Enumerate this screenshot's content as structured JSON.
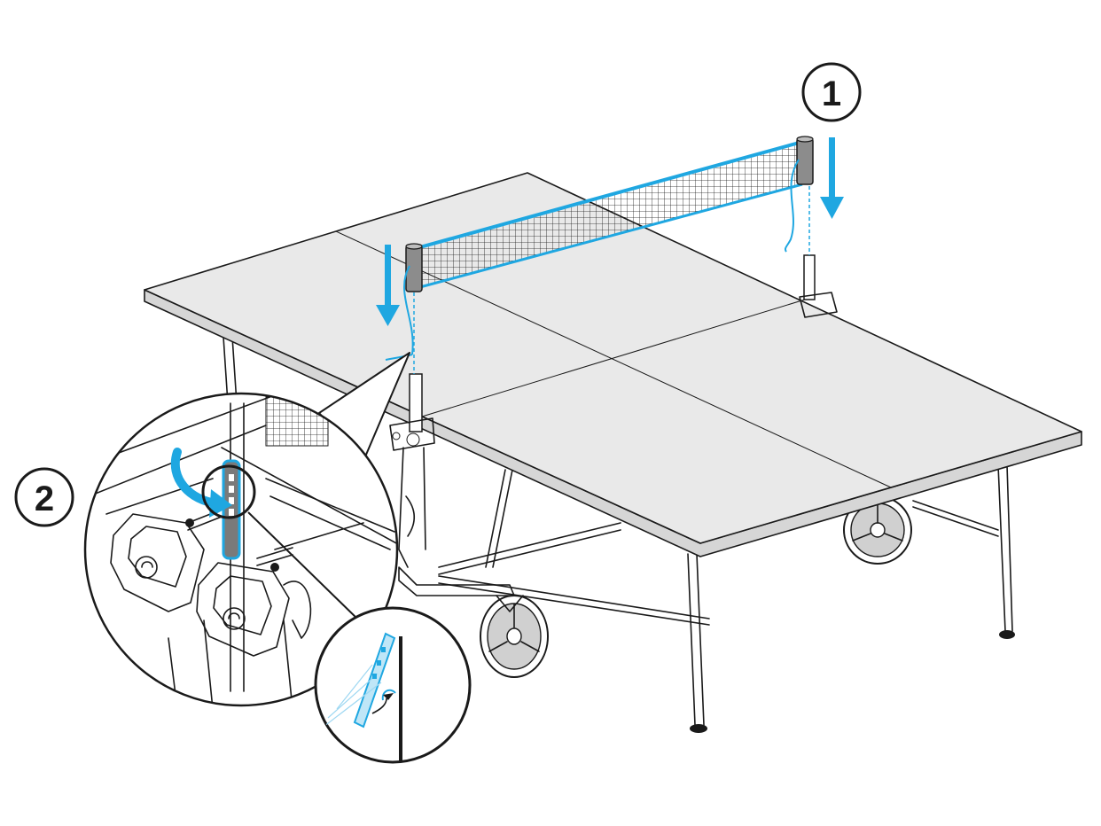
{
  "steps": [
    {
      "number": "1",
      "meaning": "step-1-attach-net-posts"
    },
    {
      "number": "2",
      "meaning": "step-2-secure-clamp"
    }
  ],
  "colors": {
    "accent": "#1fa7e1",
    "table_top": "#e9e9e9",
    "table_edge": "#d6d6d6",
    "line": "#1a1a1a",
    "post": "#8c8c8c",
    "background": "#ffffff"
  },
  "icons": {
    "arrow": "down-arrow-icon",
    "rotate": "rotate-arrow-icon",
    "detail": "magnifier-circle"
  }
}
